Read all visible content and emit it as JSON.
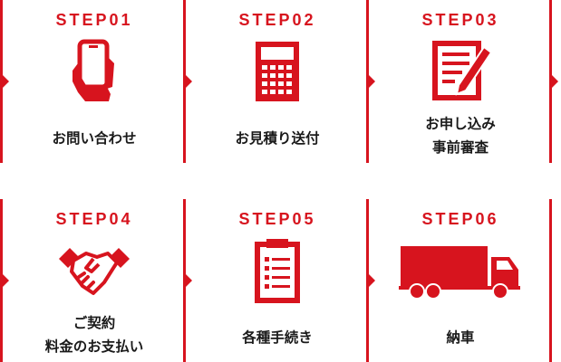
{
  "accent_color": "#d7141e",
  "steps": [
    {
      "label": "STEP01",
      "icon": "smartphone-icon",
      "title": [
        "お問い合わせ"
      ]
    },
    {
      "label": "STEP02",
      "icon": "calculator-icon",
      "title": [
        "お見積り送付"
      ]
    },
    {
      "label": "STEP03",
      "icon": "document-pen-icon",
      "title": [
        "お申し込み",
        "事前審査"
      ]
    },
    {
      "label": "STEP04",
      "icon": "handshake-icon",
      "title": [
        "ご契約",
        "料金のお支払い"
      ]
    },
    {
      "label": "STEP05",
      "icon": "clipboard-icon",
      "title": [
        "各種手続き"
      ]
    },
    {
      "label": "STEP06",
      "icon": "truck-icon",
      "title": [
        "納車"
      ]
    }
  ]
}
